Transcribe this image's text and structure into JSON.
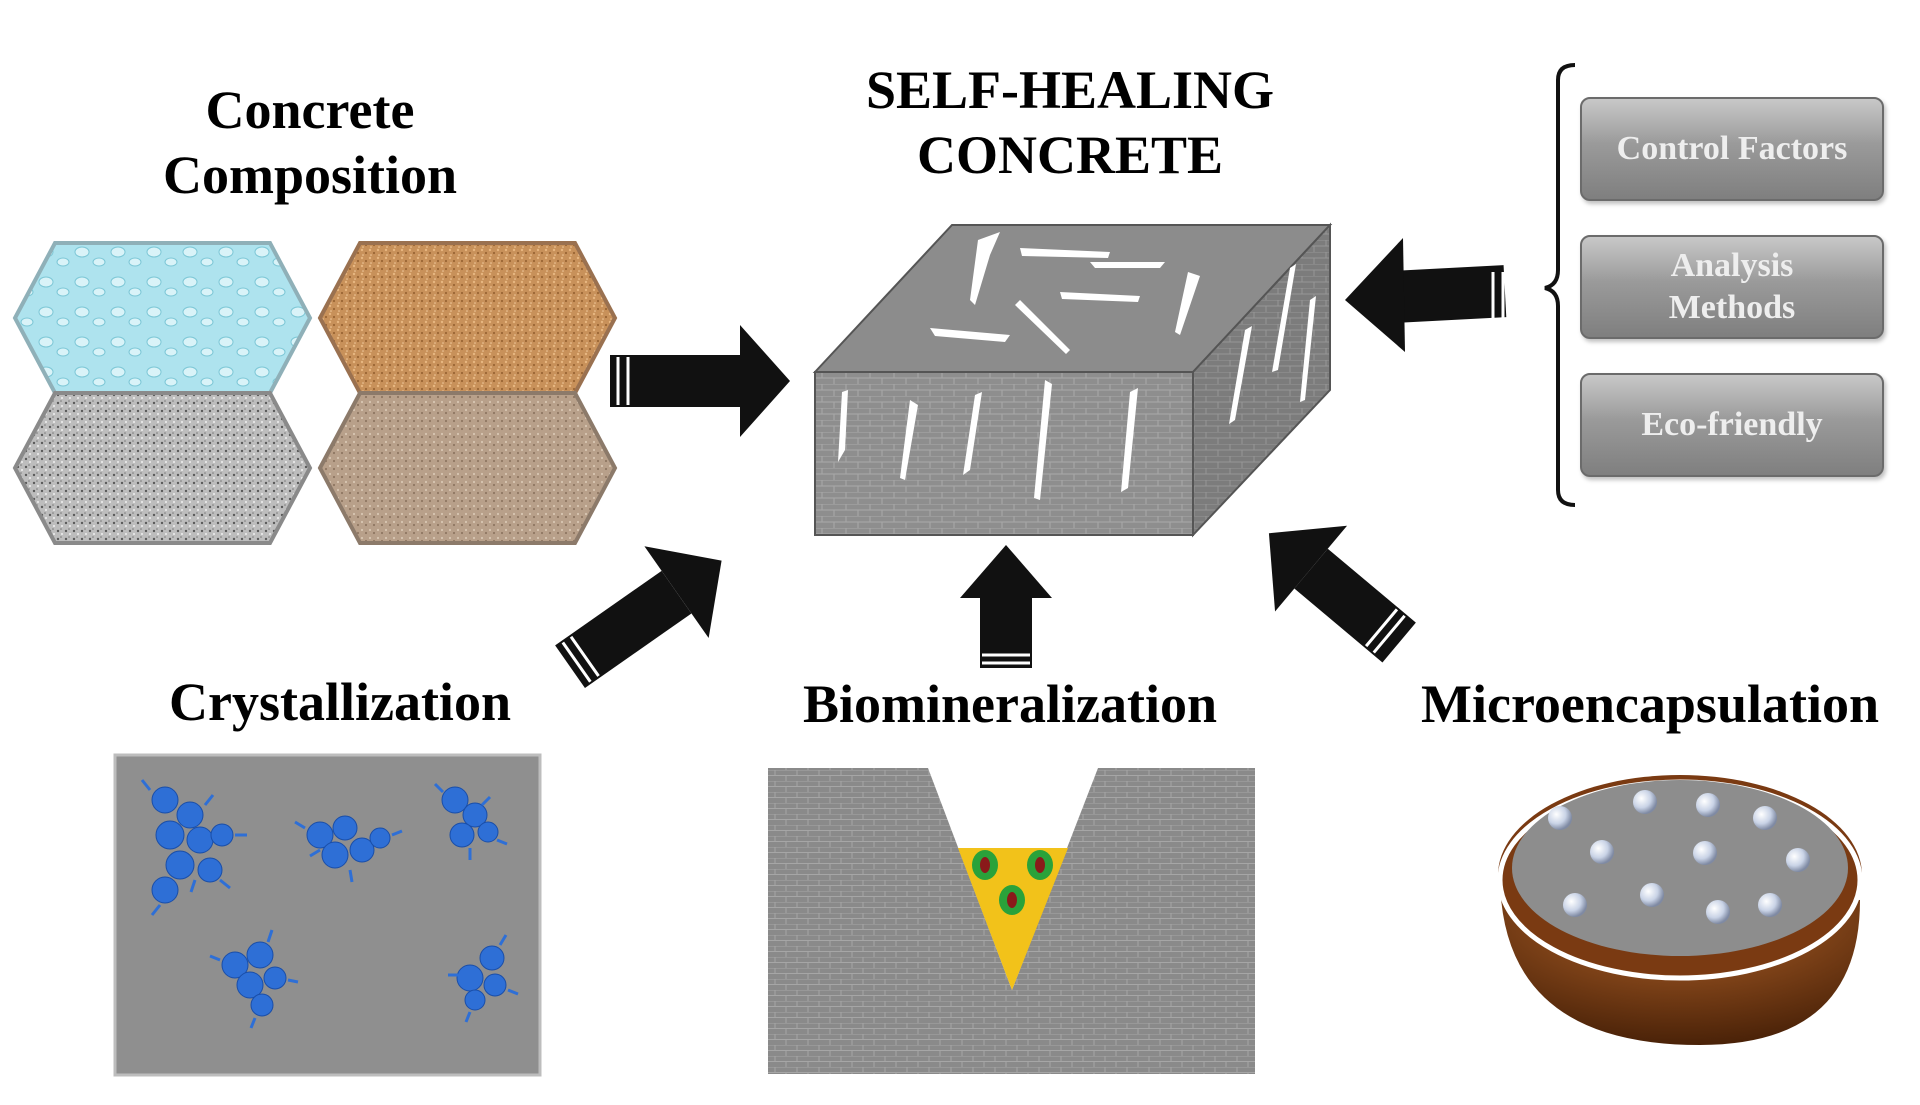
{
  "composition": {
    "title": "Concrete Composition"
  },
  "center": {
    "title_line1": "SELF-HEALING",
    "title_line2": "CONCRETE"
  },
  "factors": [
    {
      "label": "Control Factors"
    },
    {
      "label": "Analysis Methods"
    },
    {
      "label": "Eco-friendly"
    }
  ],
  "mechanisms": {
    "crystallization": "Crystallization",
    "biomineralization": "Biomineralization",
    "microencapsulation": "Microencapsulation"
  },
  "colors": {
    "water": "#aee3ee",
    "sand": "#c8915a",
    "cement": "#bfbfbf",
    "aggregate": "#b8a08a",
    "crystal": "#2e6fd6",
    "bacteria_fill": "#f2c21a",
    "capsule_shell": "#8a4a1c"
  }
}
